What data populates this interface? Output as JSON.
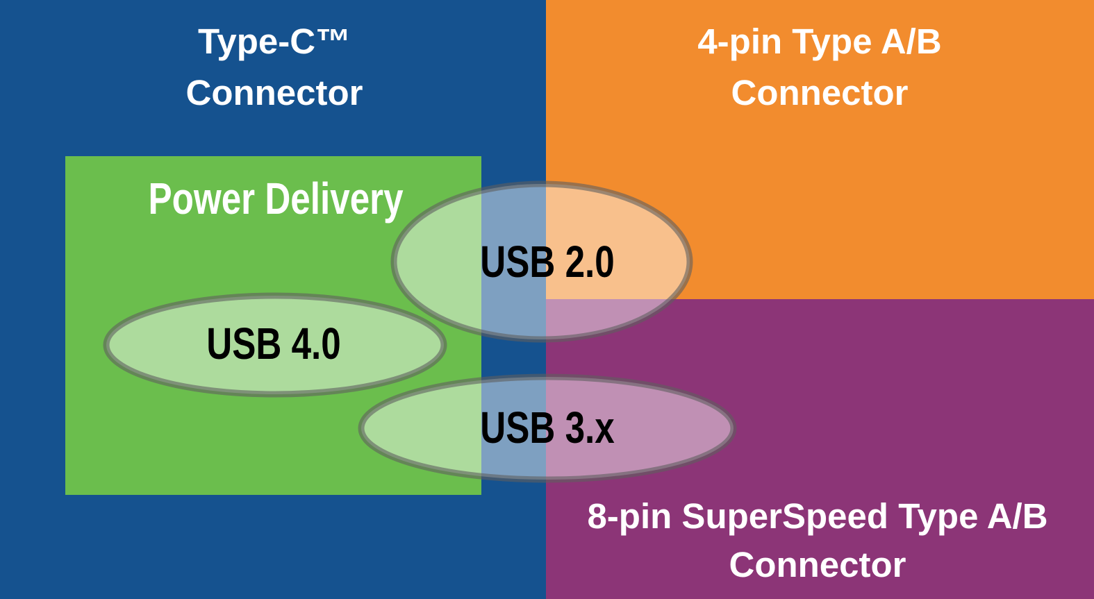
{
  "diagram": {
    "type": "venn",
    "description": "USB specification support across connector types",
    "regions": {
      "type_c": {
        "lines": [
          "Type-C™",
          "Connector"
        ],
        "color": "#15528F",
        "text_color": "#FFFFFF"
      },
      "four_pin": {
        "lines": [
          "4-pin Type A/B",
          "Connector"
        ],
        "color": "#F28C2E",
        "text_color": "#FFFFFF"
      },
      "eight_pin": {
        "lines": [
          "8-pin SuperSpeed Type A/B",
          "Connector"
        ],
        "color": "#8C3577",
        "text_color": "#FFFFFF"
      },
      "power_delivery": {
        "label": "Power Delivery",
        "color": "#6BBE4D",
        "text_color": "#FFFFFF"
      }
    },
    "ellipses": {
      "style": {
        "fill": "rgba(255,255,255,0.45)",
        "stroke": "rgba(95,95,95,0.6)",
        "label_color": "#000000"
      },
      "usb2": {
        "label": "USB 2.0",
        "overlaps": [
          "Power Delivery",
          "Type-C™ Connector",
          "4-pin Type A/B Connector",
          "8-pin SuperSpeed Type A/B Connector"
        ]
      },
      "usb4": {
        "label": "USB 4.0",
        "overlaps": [
          "Power Delivery",
          "Type-C™ Connector"
        ]
      },
      "usb3": {
        "label": "USB 3.x",
        "overlaps": [
          "Power Delivery",
          "Type-C™ Connector",
          "8-pin SuperSpeed Type A/B Connector"
        ]
      }
    }
  }
}
